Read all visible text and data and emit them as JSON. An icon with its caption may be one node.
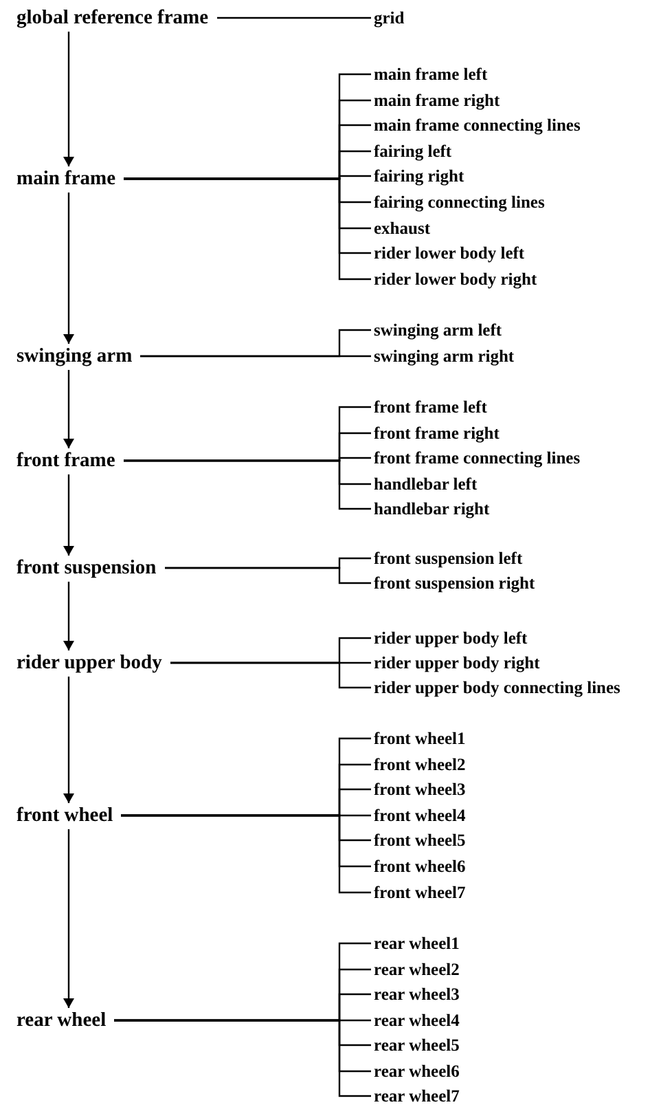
{
  "diagram": {
    "nodes": [
      {
        "text": [
          "global reference frame"
        ]
      },
      {
        "text": [
          "grid"
        ]
      },
      {
        "text": [
          "main frame"
        ]
      },
      {
        "text": [
          "main frame left"
        ]
      },
      {
        "text": [
          "main frame right"
        ]
      },
      {
        "text": [
          "main frame connecting lines"
        ]
      },
      {
        "text": [
          "fairing left"
        ]
      },
      {
        "text": [
          "fairing right"
        ]
      },
      {
        "text": [
          "fairing connecting lines"
        ]
      },
      {
        "text": [
          "exhaust"
        ]
      },
      {
        "text": [
          "rider lower body left"
        ]
      },
      {
        "text": [
          "rider lower body right"
        ]
      },
      {
        "text": [
          "swinging arm"
        ]
      },
      {
        "text": [
          "swinging arm left"
        ]
      },
      {
        "text": [
          "swinging arm right"
        ]
      },
      {
        "text": [
          "front frame"
        ]
      },
      {
        "text": [
          "front frame left"
        ]
      },
      {
        "text": [
          "front frame right"
        ]
      },
      {
        "text": [
          "front frame connecting lines"
        ]
      },
      {
        "text": [
          "handlebar left"
        ]
      },
      {
        "text": [
          "handlebar right"
        ]
      },
      {
        "text": [
          "front suspension"
        ]
      },
      {
        "text": [
          "front suspension left"
        ]
      },
      {
        "text": [
          "front suspension right"
        ]
      },
      {
        "text": [
          "rider upper body"
        ]
      },
      {
        "text": [
          "rider upper body left"
        ]
      },
      {
        "text": [
          "rider upper body right"
        ]
      },
      {
        "text": [
          "rider upper body connecting lines"
        ]
      },
      {
        "text": [
          "front wheel"
        ]
      },
      {
        "text": [
          "front wheel1"
        ]
      },
      {
        "text": [
          "front wheel2"
        ]
      },
      {
        "text": [
          "front wheel3"
        ]
      },
      {
        "text": [
          "front wheel4"
        ]
      },
      {
        "text": [
          "front wheel5"
        ]
      },
      {
        "text": [
          "front wheel6"
        ]
      },
      {
        "text": [
          "front wheel7"
        ]
      },
      {
        "text": [
          "rear wheel"
        ]
      },
      {
        "text": [
          "rear wheel1"
        ]
      },
      {
        "text": [
          "rear wheel2"
        ]
      },
      {
        "text": [
          "rear wheel3"
        ]
      },
      {
        "text": [
          "rear wheel4"
        ]
      },
      {
        "text": [
          "rear wheel5"
        ]
      },
      {
        "text": [
          "rear wheel6"
        ]
      },
      {
        "text": [
          "rear wheel7"
        ]
      }
    ],
    "edges": [
      {
        "from": 0,
        "to": 1,
        "arrow": "none"
      },
      {
        "from": 0,
        "to": 2,
        "arrow": "to"
      },
      {
        "from": 2,
        "to": 3,
        "arrow": "none"
      },
      {
        "from": 2,
        "to": 4,
        "arrow": "none"
      },
      {
        "from": 2,
        "to": 5,
        "arrow": "none"
      },
      {
        "from": 2,
        "to": 6,
        "arrow": "none"
      },
      {
        "from": 2,
        "to": 7,
        "arrow": "none"
      },
      {
        "from": 2,
        "to": 8,
        "arrow": "none"
      },
      {
        "from": 2,
        "to": 9,
        "arrow": "none"
      },
      {
        "from": 2,
        "to": 10,
        "arrow": "none"
      },
      {
        "from": 2,
        "to": 11,
        "arrow": "none"
      },
      {
        "from": 2,
        "to": 12,
        "arrow": "to"
      },
      {
        "from": 12,
        "to": 13,
        "arrow": "none"
      },
      {
        "from": 12,
        "to": 14,
        "arrow": "none"
      },
      {
        "from": 12,
        "to": 15,
        "arrow": "to"
      },
      {
        "from": 15,
        "to": 16,
        "arrow": "none"
      },
      {
        "from": 15,
        "to": 17,
        "arrow": "none"
      },
      {
        "from": 15,
        "to": 18,
        "arrow": "none"
      },
      {
        "from": 15,
        "to": 19,
        "arrow": "none"
      },
      {
        "from": 15,
        "to": 20,
        "arrow": "none"
      },
      {
        "from": 15,
        "to": 21,
        "arrow": "to"
      },
      {
        "from": 21,
        "to": 22,
        "arrow": "none"
      },
      {
        "from": 21,
        "to": 23,
        "arrow": "none"
      },
      {
        "from": 21,
        "to": 24,
        "arrow": "to"
      },
      {
        "from": 24,
        "to": 25,
        "arrow": "none"
      },
      {
        "from": 24,
        "to": 26,
        "arrow": "none"
      },
      {
        "from": 24,
        "to": 27,
        "arrow": "none"
      },
      {
        "from": 24,
        "to": 28,
        "arrow": "to"
      },
      {
        "from": 28,
        "to": 29,
        "arrow": "none"
      },
      {
        "from": 28,
        "to": 30,
        "arrow": "none"
      },
      {
        "from": 28,
        "to": 31,
        "arrow": "none"
      },
      {
        "from": 28,
        "to": 32,
        "arrow": "none"
      },
      {
        "from": 28,
        "to": 33,
        "arrow": "none"
      },
      {
        "from": 28,
        "to": 34,
        "arrow": "none"
      },
      {
        "from": 28,
        "to": 35,
        "arrow": "none"
      },
      {
        "from": 28,
        "to": 36,
        "arrow": "to"
      },
      {
        "from": 36,
        "to": 37,
        "arrow": "none"
      },
      {
        "from": 36,
        "to": 38,
        "arrow": "none"
      },
      {
        "from": 36,
        "to": 39,
        "arrow": "none"
      },
      {
        "from": 36,
        "to": 40,
        "arrow": "none"
      },
      {
        "from": 36,
        "to": 41,
        "arrow": "none"
      },
      {
        "from": 36,
        "to": 42,
        "arrow": "none"
      },
      {
        "from": 36,
        "to": 43,
        "arrow": "none"
      }
    ]
  }
}
